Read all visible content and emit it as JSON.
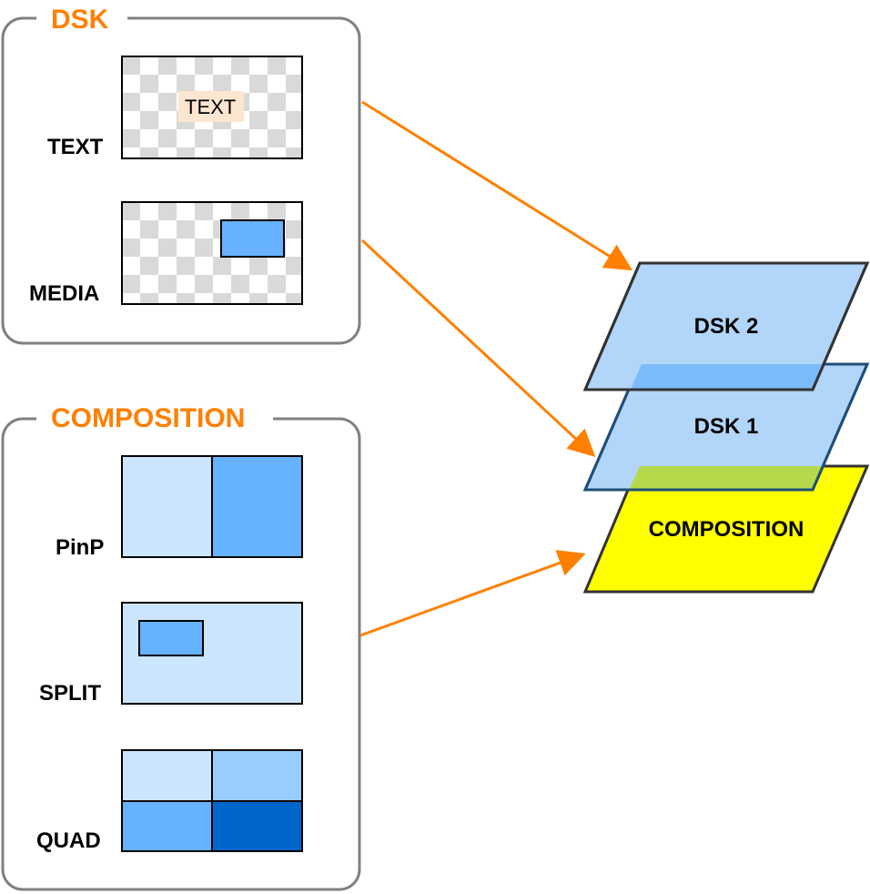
{
  "dsk_group": {
    "title": "DSK",
    "items": [
      {
        "label": "TEXT",
        "overlay_text": "TEXT"
      },
      {
        "label": "MEDIA"
      }
    ]
  },
  "composition_group": {
    "title": "COMPOSITION",
    "items": [
      {
        "label": "PinP"
      },
      {
        "label": "SPLIT"
      },
      {
        "label": "QUAD"
      }
    ]
  },
  "layers": {
    "dsk2": "DSK 2",
    "dsk1": "DSK 1",
    "composition": "COMPOSITION"
  },
  "colors": {
    "accent": "#ff8000",
    "light_blue": "#cce5ff",
    "mid_blue": "#99ccff",
    "blue": "#66b2ff",
    "dark_blue": "#0066cc",
    "layer_blue": "#b2d6fa",
    "layer_overlap": "#7bbcfb",
    "composition_yellow": "#ffff00",
    "composition_overlap": "#b6d94c",
    "text_highlight": "#fde6d0",
    "checker_gray": "#d9d9d9"
  }
}
